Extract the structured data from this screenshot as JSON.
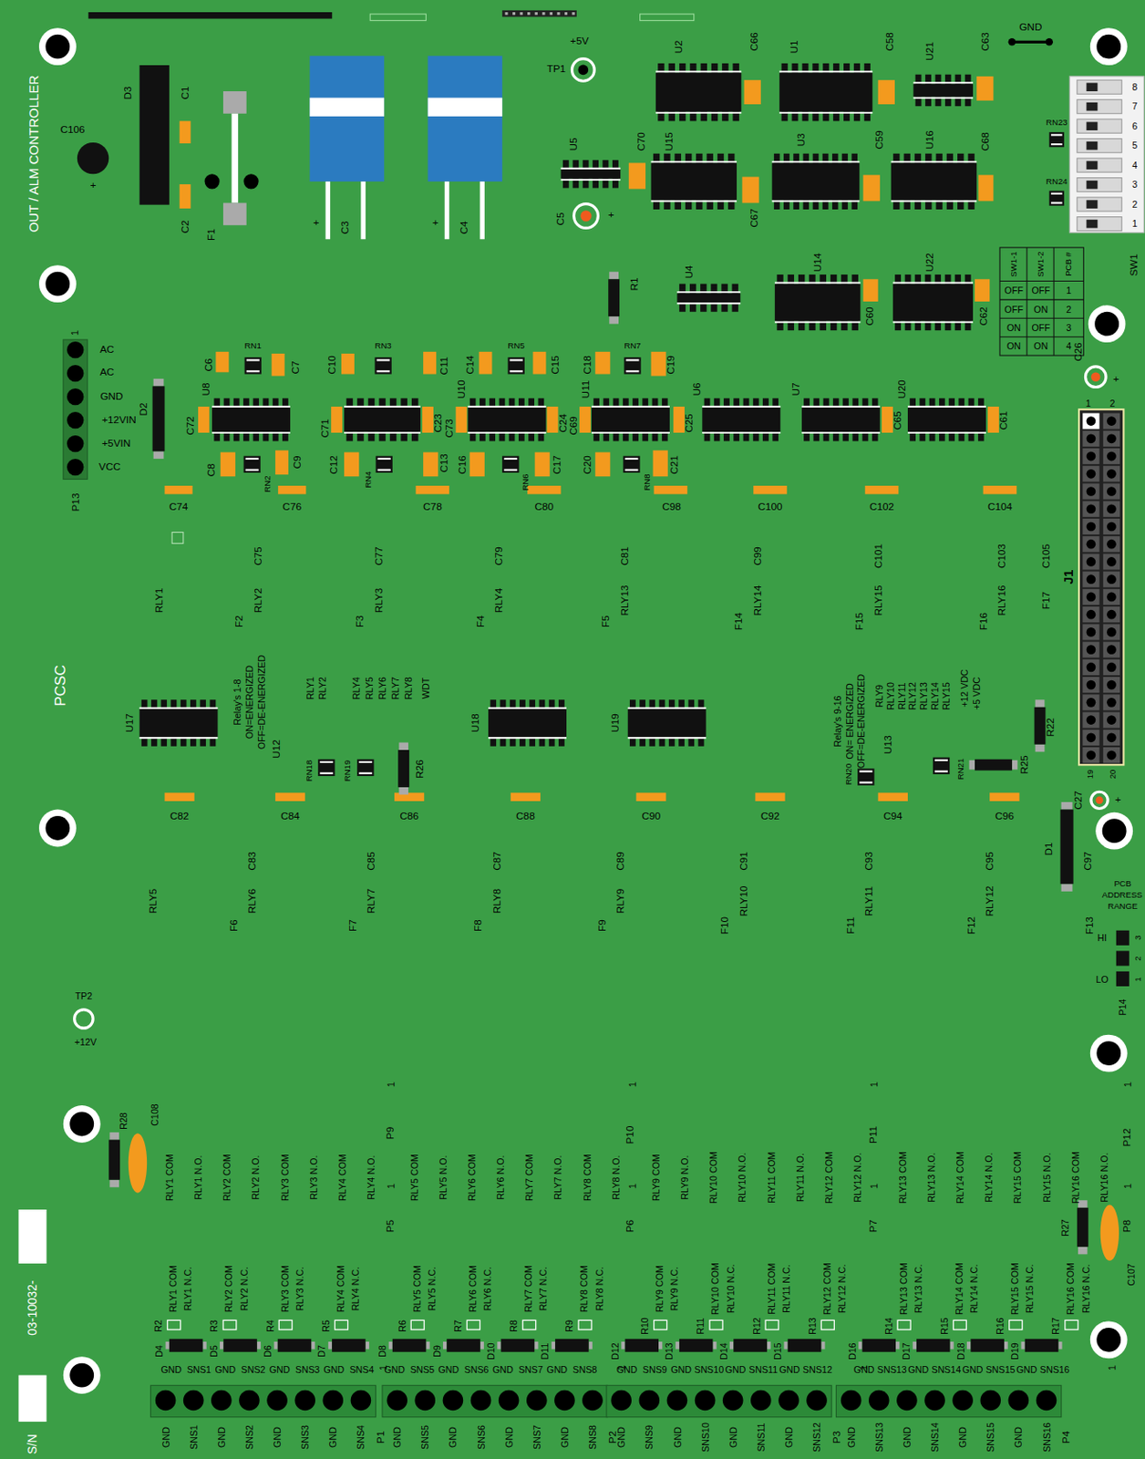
{
  "diagram": {
    "labels": [
      "OUT / ALM CONTROLLER",
      "C106",
      "+",
      "D3",
      "C1",
      "C2",
      "F1",
      "+",
      "C3",
      "+",
      "C4",
      "+5V",
      "TP1",
      "U2",
      "C66",
      "U1",
      "C58",
      "U21",
      "C63",
      "GND",
      "8",
      "7",
      "6",
      "5",
      "4",
      "3",
      "2",
      "1",
      "RN23",
      "RN24",
      "SW1",
      "U5",
      "C70",
      "C5",
      "+",
      "U15",
      "C67",
      "U3",
      "C59",
      "U16",
      "C68",
      "SW1-1",
      "SW1-2",
      "PCB #",
      "OFF",
      "OFF",
      "1",
      "OFF",
      "ON",
      "2",
      "ON",
      "OFF",
      "3",
      "ON",
      "ON",
      "4",
      "R1",
      "U4",
      "U14",
      "C60",
      "U22",
      "C62",
      "C26",
      "+",
      "1",
      "2",
      "J1",
      "19",
      "20",
      "C27",
      "+",
      "1",
      "AC",
      "AC",
      "GND",
      "+12VIN",
      "+5VIN",
      "VCC",
      "P13",
      "D2",
      "C6",
      "RN1",
      "C7",
      "U8",
      "C72",
      "C8",
      "RN2",
      "C9",
      "C74",
      "C76",
      "C10",
      "RN3",
      "C11",
      "C71",
      "C23",
      "C12",
      "RN4",
      "C13",
      "C78",
      "C14",
      "RN5",
      "C15",
      "U10",
      "C73",
      "C24",
      "C16",
      "RN6",
      "C17",
      "C80",
      "C18",
      "RN7",
      "C19",
      "U11",
      "C69",
      "C20",
      "RN8",
      "C21",
      "C98",
      "C25",
      "U6",
      "C100",
      "U7",
      "C65",
      "C102",
      "U20",
      "C61",
      "C104",
      "C75",
      "RLY1",
      "RLY2",
      "F2",
      "C77",
      "RLY3",
      "F3",
      "C79",
      "RLY4",
      "F4",
      "C81",
      "RLY13",
      "F5",
      "C99",
      "RLY14",
      "F14",
      "C101",
      "RLY15",
      "F15",
      "C103",
      "RLY16",
      "F16",
      "C105",
      "F17",
      "PCSC",
      "U17",
      "Relay's 1-8",
      "ON=ENERGIZED",
      "OFF=DE-ENERGIZED",
      "U12",
      "RLY1",
      "RLY2",
      "RLY4",
      "RLY5",
      "RLY6",
      "RLY7",
      "RLY8",
      "WDT",
      "RN18",
      "RN19",
      "R26",
      "U18",
      "U19",
      "Relay's 9-16",
      "ON= ENERGIZED",
      "OFF=DE-ENERGIZED",
      "U13",
      "RLY9",
      "RLY10",
      "RLY11",
      "RLY12",
      "RLY13",
      "RLY14",
      "RLY15",
      "+12 VDC",
      "+5 VDC",
      "RN20",
      "RN21",
      "R25",
      "R22",
      "C82",
      "C84",
      "C86",
      "C88",
      "C90",
      "C92",
      "C94",
      "C96",
      "C83",
      "RLY5",
      "RLY6",
      "F6",
      "C85",
      "RLY7",
      "F7",
      "C87",
      "RLY8",
      "F8",
      "C89",
      "RLY9",
      "F9",
      "C91",
      "RLY10",
      "F10",
      "C93",
      "RLY11",
      "F11",
      "C95",
      "RLY12",
      "F12",
      "C97",
      "D1",
      "F13",
      "PCB",
      "ADDRESS",
      "RANGE",
      "HI",
      "3",
      "2",
      "LO",
      "1",
      "P14",
      "TP2",
      "+12V",
      "1",
      "P9",
      "1",
      "P10",
      "1",
      "P11",
      "1",
      "P12",
      "R28",
      "C108",
      "R27",
      "C107",
      "RLY1 COM",
      "RLY1 N.O.",
      "RLY2 COM",
      "RLY2 N.O.",
      "RLY3 COM",
      "RLY3 N.O.",
      "RLY4 COM",
      "RLY4 N.O.",
      "1",
      "P5",
      "RLY5 COM",
      "RLY5 N.O.",
      "RLY6 COM",
      "RLY6 N.O.",
      "RLY7 COM",
      "RLY7 N.O.",
      "RLY8 COM",
      "RLY8 N.O.",
      "1",
      "P6",
      "RLY9 COM",
      "RLY9 N.O.",
      "RLY10 COM",
      "RLY10 N.O.",
      "RLY11 COM",
      "RLY11 N.O.",
      "RLY12 COM",
      "RLY12 N.O.",
      "1",
      "P7",
      "RLY13 COM",
      "RLY13 N.O.",
      "RLY14 COM",
      "RLY14 N.O.",
      "RLY15 COM",
      "RLY15 N.O.",
      "RLY16 COM",
      "RLY16 N.O.",
      "1",
      "P8",
      "R2",
      "RLY1 COM",
      "RLY1 N.C.",
      "D4",
      "GND",
      "SNS1",
      "R3",
      "RLY2 COM",
      "RLY2 N.C.",
      "D5",
      "GND",
      "SNS2",
      "R4",
      "RLY3 COM",
      "RLY3 N.C.",
      "D6",
      "GND",
      "SNS3",
      "R5",
      "RLY4 COM",
      "RLY4 N.C.",
      "D7",
      "GND",
      "SNS4",
      "1",
      "R6",
      "RLY5 COM",
      "RLY5 N.C.",
      "D8",
      "GND",
      "SNS5",
      "R7",
      "RLY6 COM",
      "RLY6 N.C.",
      "D9",
      "GND",
      "SNS6",
      "R8",
      "RLY7 COM",
      "RLY7 N.C.",
      "D10",
      "GND",
      "SNS7",
      "R9",
      "RLY8 COM",
      "RLY8 N.C.",
      "D11",
      "GND",
      "SNS8",
      "1",
      "R10",
      "RLY9 COM",
      "RLY9 N.C.",
      "D12",
      "GND",
      "SNS9",
      "R11",
      "RLY10 COM",
      "RLY10 N.C.",
      "D13",
      "GND",
      "SNS10",
      "R12",
      "RLY11 COM",
      "RLY11 N.C.",
      "D14",
      "GND",
      "SNS11",
      "R13",
      "RLY12 COM",
      "RLY12 N.C.",
      "D15",
      "GND",
      "SNS12",
      "1",
      "R14",
      "RLY13 COM",
      "RLY13 N.C.",
      "D16",
      "GND",
      "SNS13",
      "R15",
      "RLY14 COM",
      "RLY14 N.C.",
      "D17",
      "GND",
      "SNS14",
      "R16",
      "RLY15 COM",
      "RLY15 N.C.",
      "D18",
      "GND",
      "SNS15",
      "R17",
      "RLY16 COM",
      "RLY16 N.C.",
      "D19",
      "GND",
      "SNS16",
      "1",
      "GND",
      "SNS1",
      "GND",
      "SNS2",
      "GND",
      "SNS3",
      "GND",
      "SNS4",
      "P1",
      "GND",
      "SNS5",
      "GND",
      "SNS6",
      "GND",
      "SNS7",
      "GND",
      "SNS8",
      "P2",
      "GND",
      "SNS9",
      "GND",
      "SNS10",
      "GND",
      "SNS11",
      "GND",
      "SNS12",
      "P3",
      "GND",
      "SNS13",
      "GND",
      "SNS14",
      "GND",
      "SNS15",
      "GND",
      "SNS16",
      "P4",
      "03-10032-",
      "S/N"
    ]
  }
}
